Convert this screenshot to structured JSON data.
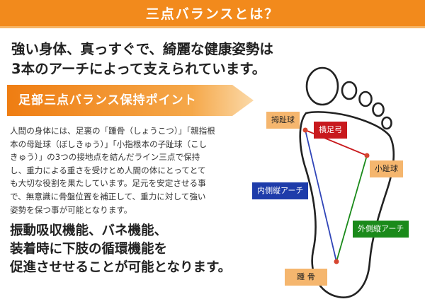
{
  "header": {
    "title": "三点バランスとは？"
  },
  "headline": {
    "line1": "強い身体、真っすぐで、綺麗な健康姿勢は",
    "line2": "3本のアーチによって支えられています。"
  },
  "section": {
    "title": "足部三点バランス保持ポイント"
  },
  "body": {
    "lines": [
      "人間の身体には、足裏の「踵骨（しょうこつ）」「親指根",
      "本の母趾球（ぼしきゅう）」「小指根本の子趾球（こし",
      "きゅう）」の3つの接地点を結んだライン三点で保持",
      "し、重力による重さを受けとめ人間の体にとってとて",
      "も大切な役割を果たしています。足元を安定させる事",
      "で、無意識に骨盤位置を補正して、重力に対して強い",
      "姿勢を保つ事が可能となります。"
    ]
  },
  "features": {
    "line1": "振動吸収機能、バネ機能、",
    "line2": "装着時に下肢の循環機能を",
    "line3": "促進させせることが可能となります。"
  },
  "diagram": {
    "labels": {
      "big_toe_ball": "拇趾球",
      "transverse_arch": "横足弓",
      "small_toe_ball": "小趾球",
      "inner_arch": "内側縦アーチ",
      "outer_arch": "外側縦アーチ",
      "heel": "踵 骨"
    },
    "colors": {
      "header_orange": "#f28a1c",
      "tag_orange": "#f5b66e",
      "transverse_red": "#c8191d",
      "inner_blue": "#1e3caa",
      "outer_green": "#1a8a1a"
    }
  }
}
